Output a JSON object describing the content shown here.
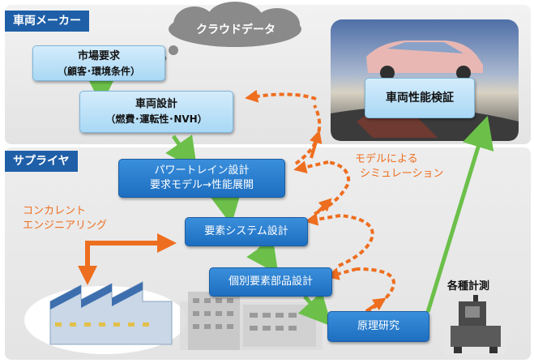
{
  "sections": {
    "top_label": "車両メーカー",
    "bottom_label": "サプライヤ"
  },
  "cloud": "クラウドデータ",
  "boxes": {
    "market": [
      "市場要求",
      "（顧客･環境条件）"
    ],
    "vehicle_design": [
      "車両設計",
      "（燃費･運転性･NVH）"
    ],
    "vehicle_verify": "車両性能検証",
    "powertrain": [
      "パワートレイン設計",
      "要求モデル→性能展開"
    ],
    "element_system": "要素システム設計",
    "component": "個別要素部品設計",
    "principle": "原理研究"
  },
  "annotations": {
    "model_sim": [
      "モデルによる",
      "シミュレーション"
    ],
    "concurrent": [
      "コンカレント",
      "エンジニアリング"
    ],
    "measurement": "各種計測"
  },
  "colors": {
    "section_tag": "#1f5fa8",
    "light_box": "#bfe2f8",
    "dark_box": "#2a7fd0",
    "green_arrow": "#6cc04a",
    "orange_arrow": "#ee6e1f"
  }
}
